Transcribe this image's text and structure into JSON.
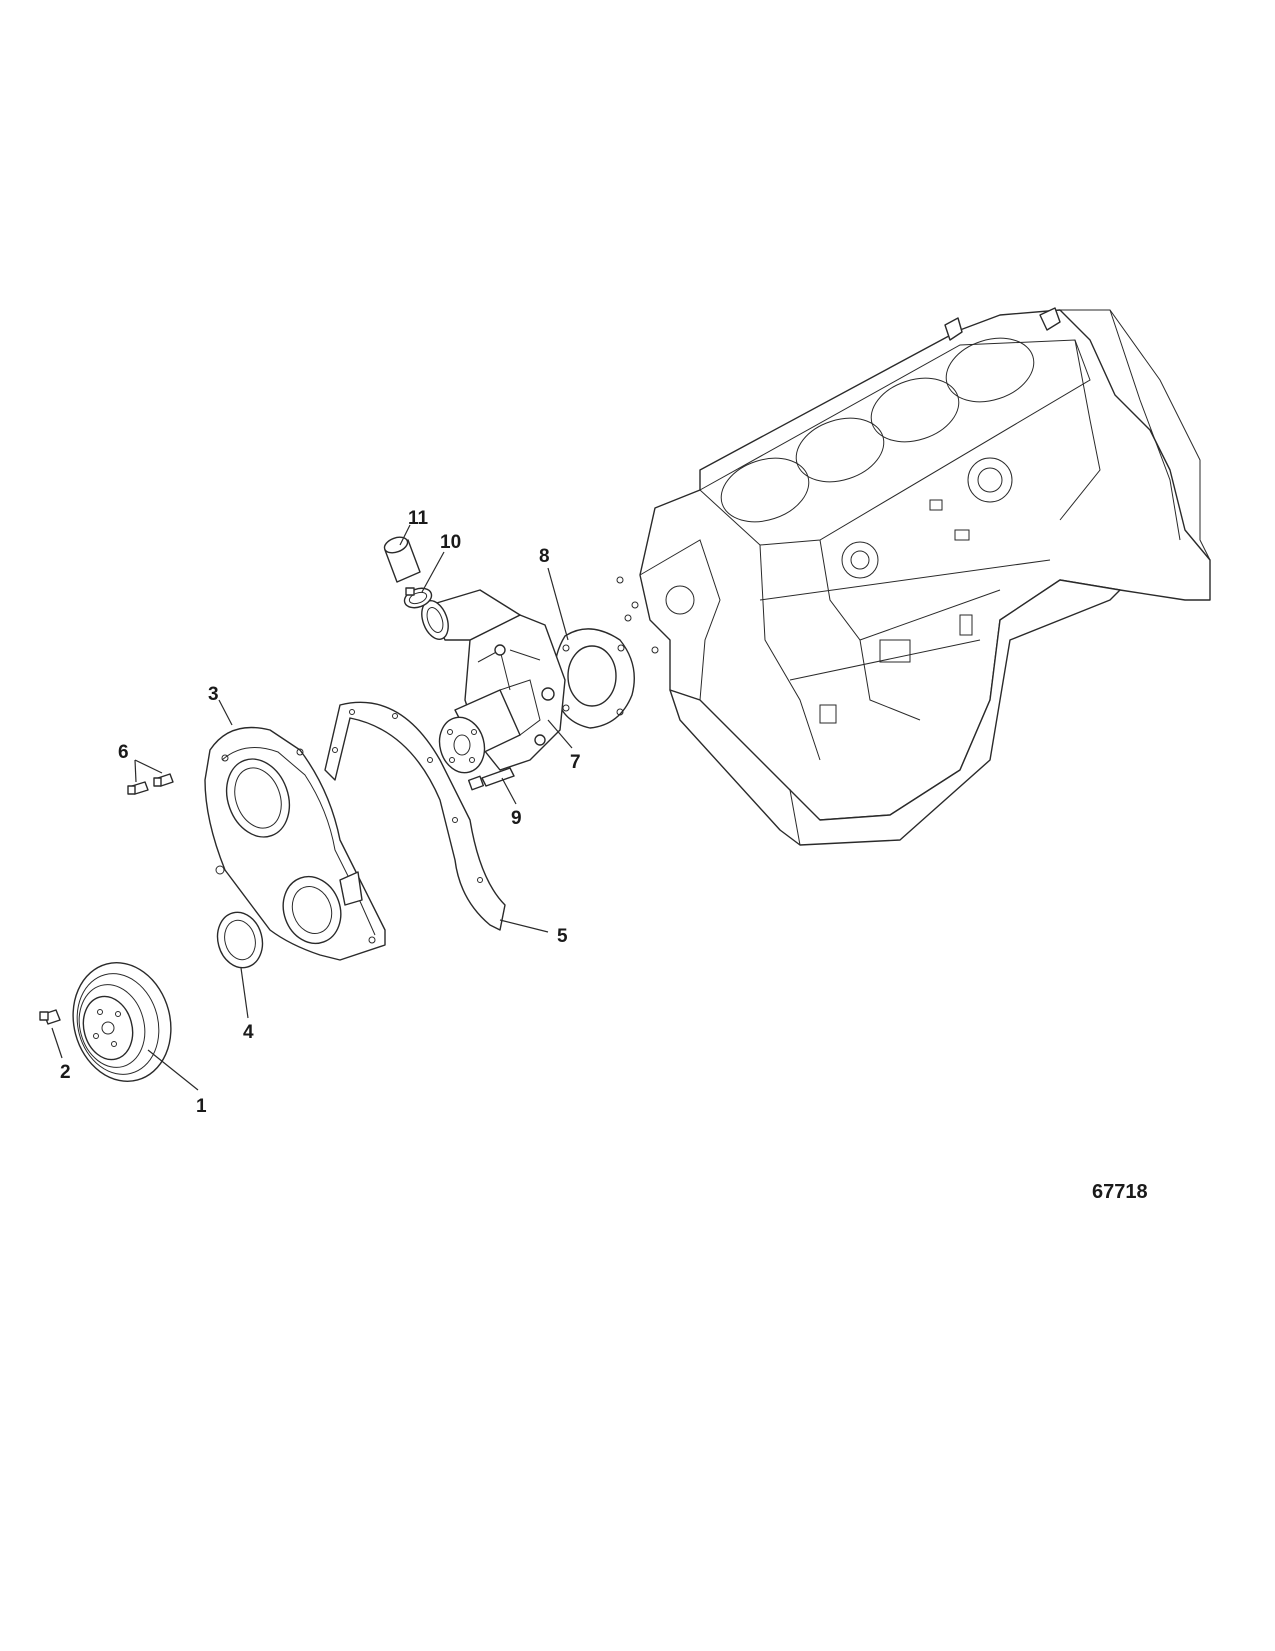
{
  "callouts": {
    "c1": "1",
    "c2": "2",
    "c3": "3",
    "c4": "4",
    "c5": "5",
    "c6": "6",
    "c7": "7",
    "c8": "8",
    "c9": "9",
    "c10": "10",
    "c11": "11"
  },
  "figure_number": "67718"
}
